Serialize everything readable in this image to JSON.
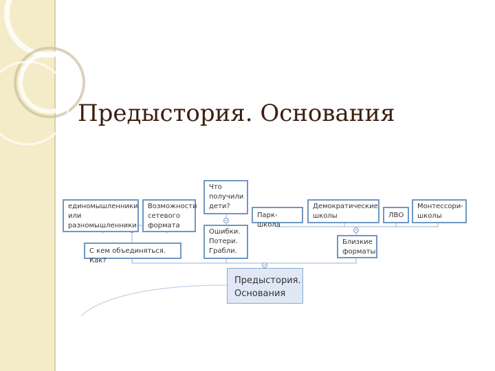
{
  "slide": {
    "title": "Предыстория. Основания"
  },
  "diagram": {
    "center": "Предыстория.\nОснования",
    "nodes": {
      "like_minded": "единомышленники\nили\nразномышленники",
      "network": "Возможности\nсетевого\nформата",
      "with_whom": "С кем объединяться. Как?",
      "kids_got": "Что\nполучили\nдети?",
      "mistakes": "Ошибки.\nПотери.\nГрабли.",
      "park_school": "Парк-школа",
      "democratic": "Демократические\nшколы",
      "lvo": "ЛВО",
      "montessori": "Монтессори-\nшколы",
      "close_formats": "Близкие\nформаты"
    }
  },
  "colors": {
    "strip": "#f4ecc9",
    "title": "#3a1e10",
    "node_border": "#7096c2",
    "connector": "#a8c0dd",
    "center_fill": "#dfe8f4"
  }
}
